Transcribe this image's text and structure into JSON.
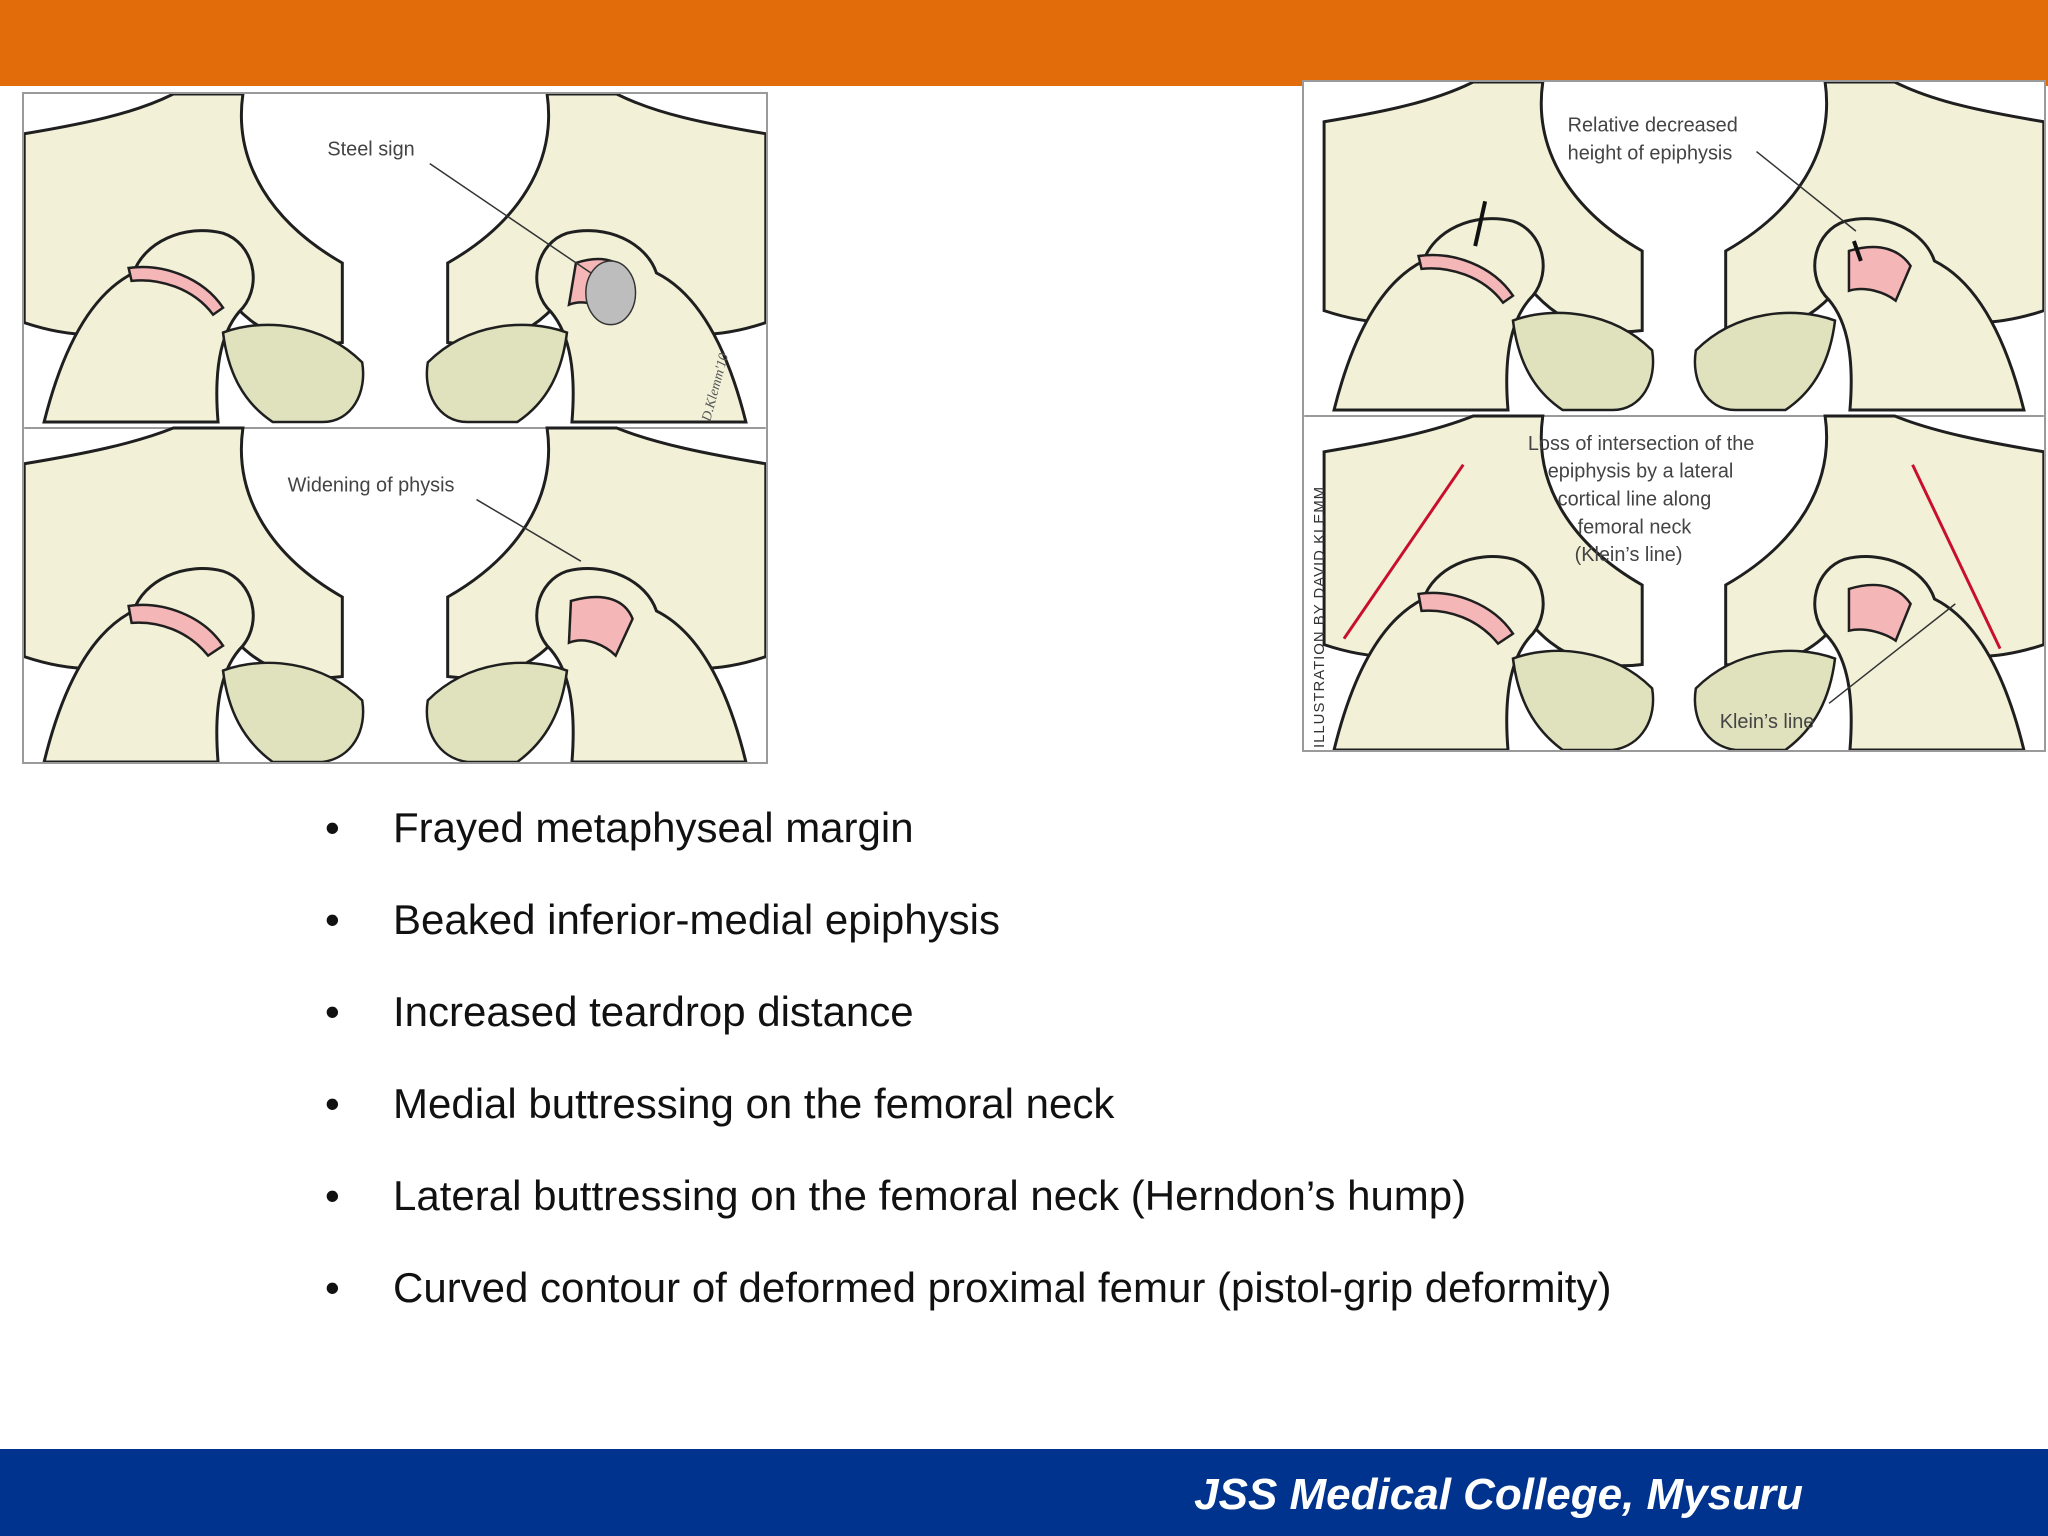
{
  "header": {
    "color": "#e36c0a"
  },
  "footer": {
    "text": "JSS Medical College, Mysuru",
    "color": "#00338d"
  },
  "figure_left": {
    "labels": {
      "steel_sign": "Steel sign",
      "widening": "Widening of physis"
    }
  },
  "figure_right": {
    "labels": {
      "relative_height": [
        "Relative decreased",
        "height of epiphysis"
      ],
      "loss_intersection": [
        "Loss of intersection of the",
        "epiphysis by a lateral",
        "cortical line along",
        "femoral neck",
        "(Klein’s line)"
      ],
      "kleins_line": "Klein’s line",
      "credit": "ILLUSTRATION BY DAVID KLEMM"
    }
  },
  "bullet_symbol": "•",
  "bullets": [
    "Frayed metaphyseal margin",
    "Beaked inferior-medial epiphysis",
    "Increased teardrop distance",
    "Medial buttressing on the femoral neck",
    "Lateral buttressing on the femoral neck (Herndon’s hump)",
    "Curved contour of deformed proximal femur (pistol-grip deformity)"
  ]
}
